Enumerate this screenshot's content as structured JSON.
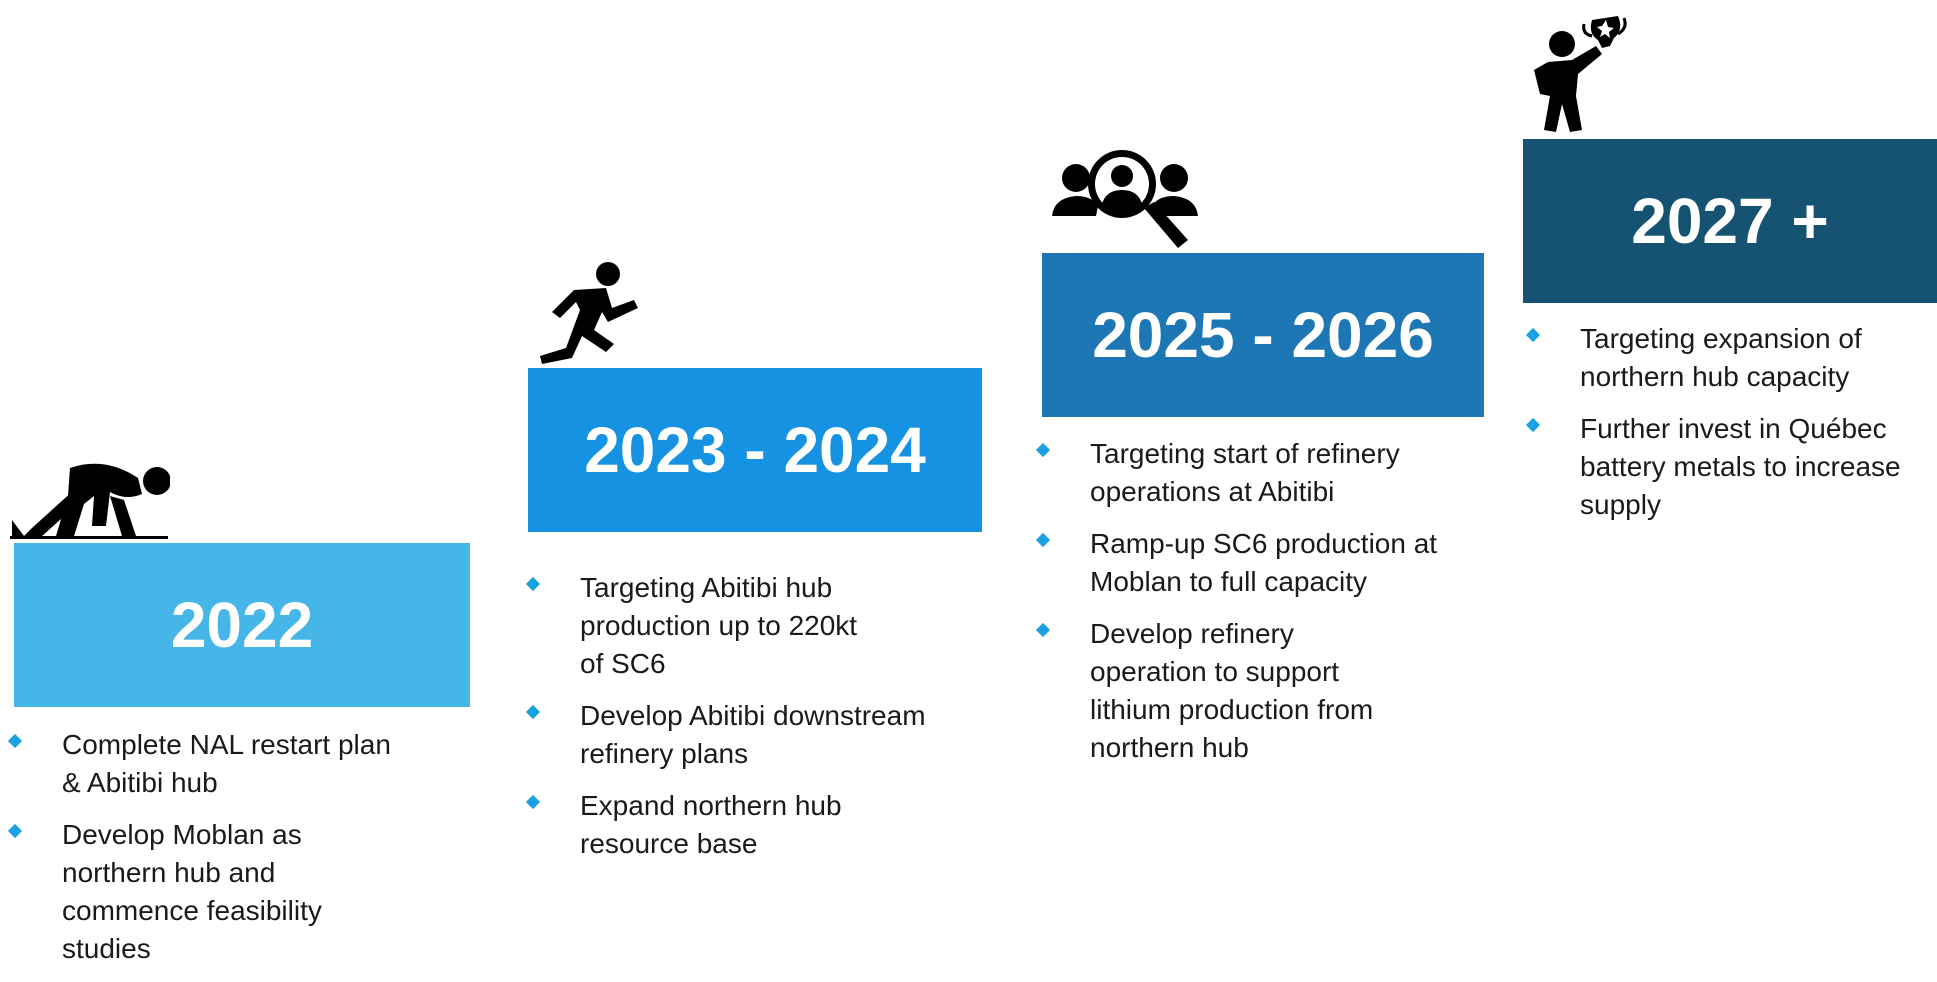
{
  "colors": {
    "box_2022": "#46b5e8",
    "box_2023": "#1592e1",
    "box_2025": "#1d77b4",
    "box_2027": "#165373",
    "bullet": "#1ba1e2"
  },
  "stages": [
    {
      "year_label": "2022",
      "icon": "runner-start-crouch-icon",
      "bullets": [
        "Complete NAL restart plan & Abitibi hub",
        "Develop Moblan as northern hub and commence feasibility studies"
      ]
    },
    {
      "year_label": "2023 - 2024",
      "icon": "sprinter-running-icon",
      "bullets": [
        "Targeting Abitibi hub production up to 220kt of SC6",
        "Develop Abitibi downstream refinery plans",
        "Expand northern hub resource base"
      ]
    },
    {
      "year_label": "2025 - 2026",
      "icon": "people-search-magnifier-icon",
      "bullets": [
        "Targeting start of refinery operations at Abitibi",
        "Ramp-up SC6 production at Moblan to full capacity",
        "Develop refinery operation to support lithium production from northern hub"
      ]
    },
    {
      "year_label": "2027 +",
      "icon": "person-trophy-icon",
      "bullets": [
        "Targeting expansion of northern hub capacity",
        "Further invest in Québec battery metals to increase supply"
      ]
    }
  ]
}
